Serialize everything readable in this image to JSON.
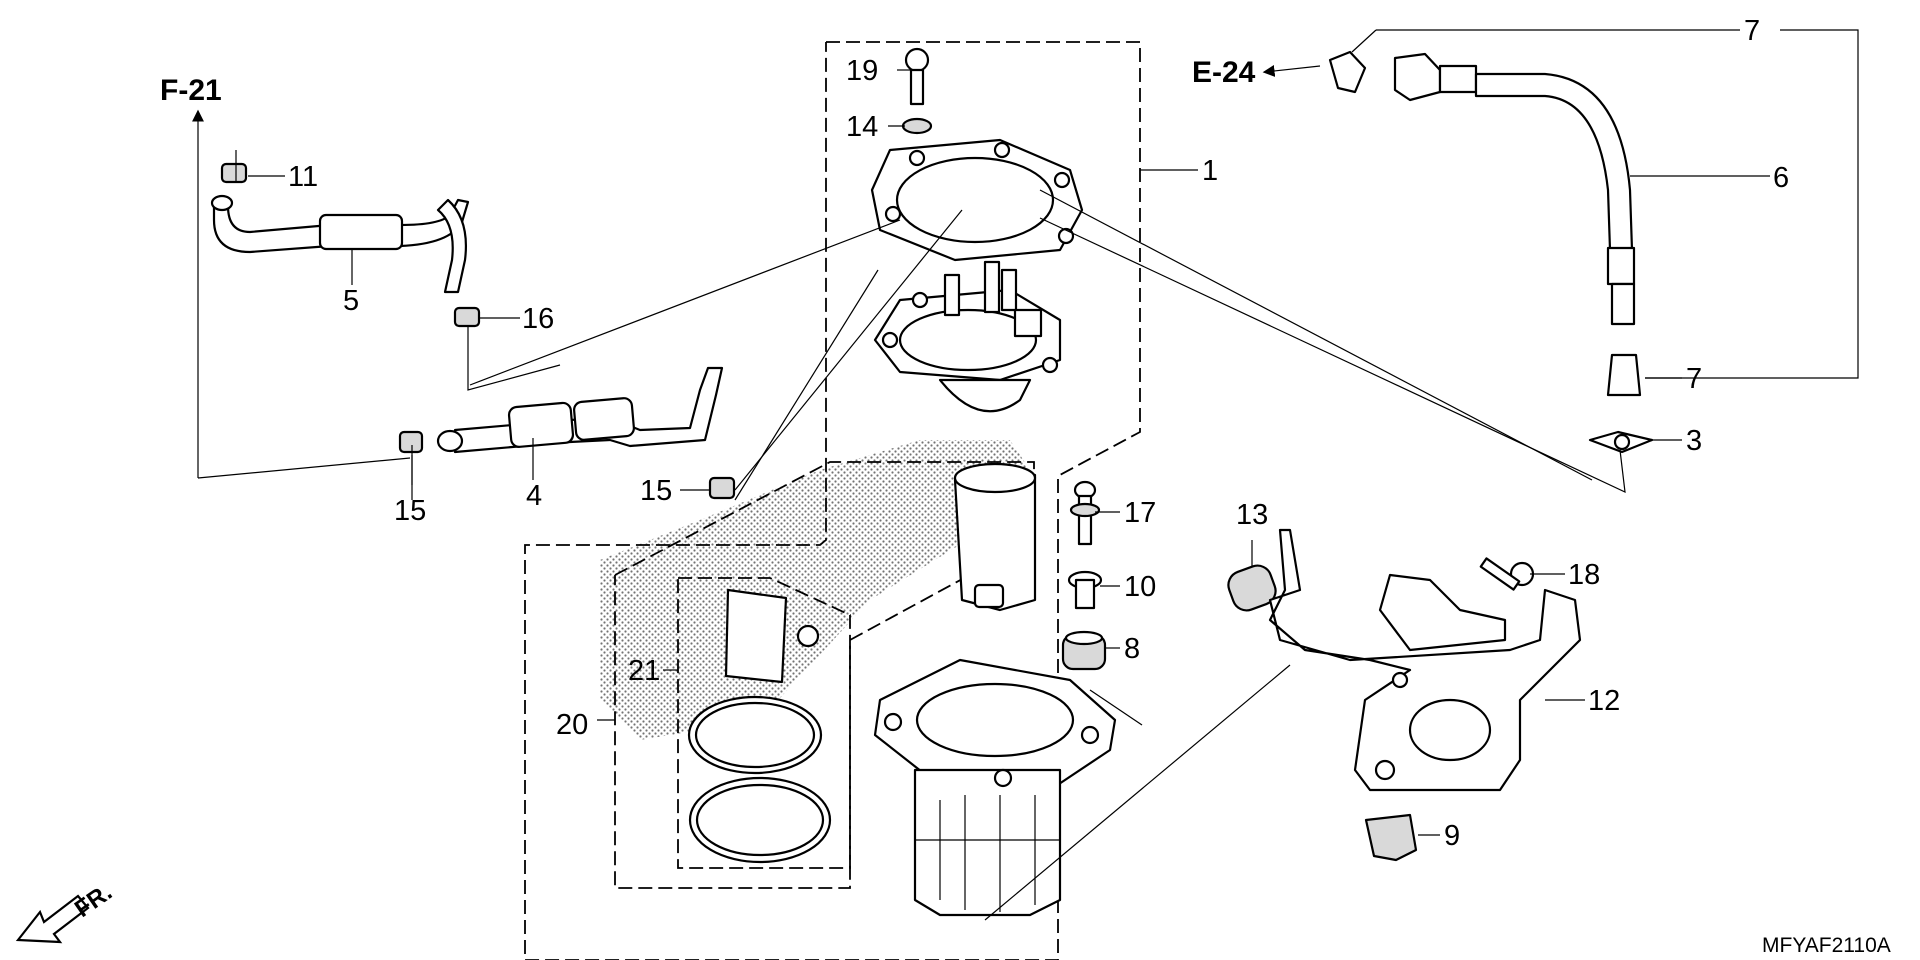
{
  "diagram_code": "MFYAF2110A",
  "refs": {
    "f21": "F-21",
    "e24": "E-24"
  },
  "front_label": "FR.",
  "callouts": {
    "c1": "1",
    "c3": "3",
    "c4": "4",
    "c5": "5",
    "c6": "6",
    "c7a": "7",
    "c7b": "7",
    "c8": "8",
    "c9": "9",
    "c10": "10",
    "c11": "11",
    "c12": "12",
    "c13": "13",
    "c14": "14",
    "c15a": "15",
    "c15b": "15",
    "c16": "16",
    "c17": "17",
    "c18": "18",
    "c19": "19",
    "c20": "20",
    "c21": "21"
  }
}
